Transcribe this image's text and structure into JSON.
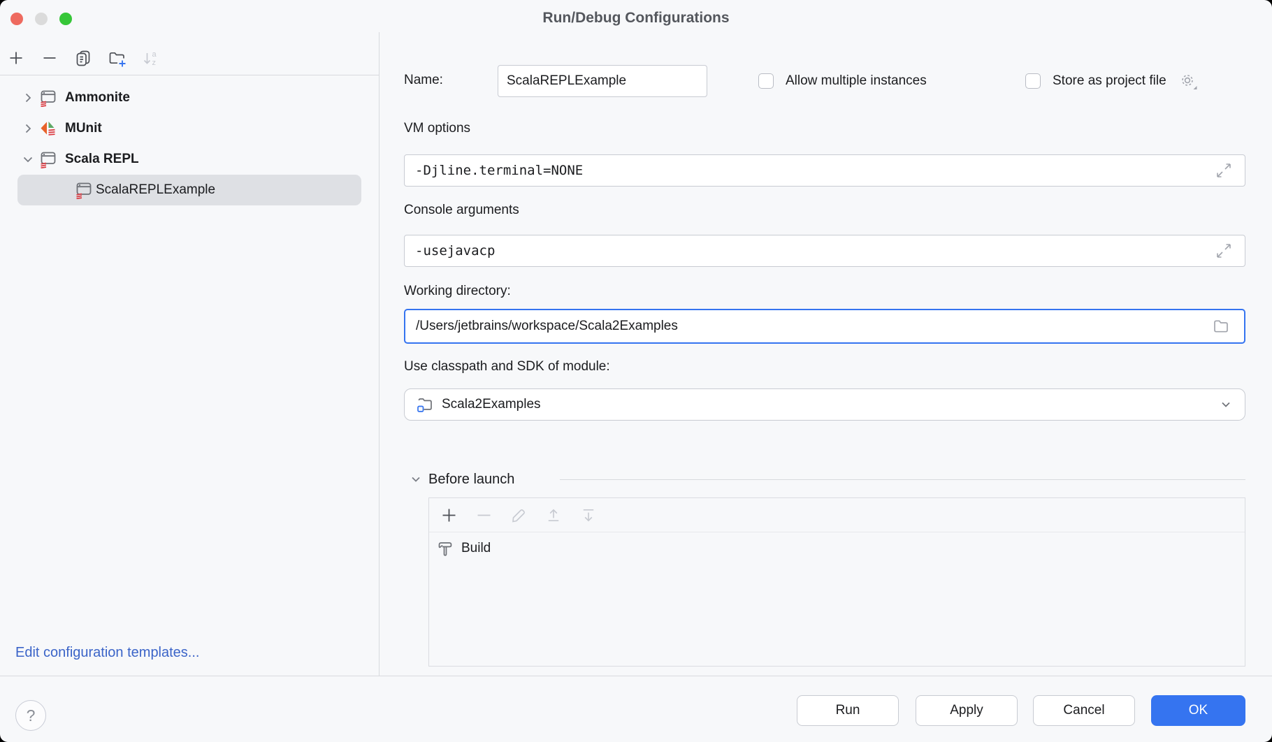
{
  "window": {
    "title": "Run/Debug Configurations"
  },
  "sidebar": {
    "toolbar": {
      "add": "add configuration",
      "remove": "remove configuration",
      "copy": "copy configuration",
      "new_folder": "new folder",
      "sort": "sort configurations"
    },
    "tree": {
      "items": [
        {
          "label": "Ammonite",
          "icon": "scala-repl",
          "expanded": false
        },
        {
          "label": "MUnit",
          "icon": "munit",
          "expanded": false
        },
        {
          "label": "Scala REPL",
          "icon": "scala-repl",
          "expanded": true
        },
        {
          "label": "ScalaREPLExample",
          "icon": "scala-repl",
          "child": true,
          "selected": true
        }
      ]
    },
    "edit_templates_link": "Edit configuration templates..."
  },
  "form": {
    "name_label": "Name:",
    "name_value": "ScalaREPLExample",
    "allow_multiple_label": "Allow multiple instances",
    "store_as_project_label": "Store as project file",
    "vm_options_label": "VM options",
    "vm_options_value": "-Djline.terminal=NONE",
    "console_args_label": "Console arguments",
    "console_args_value": "-usejavacp",
    "working_dir_label": "Working directory:",
    "working_dir_value": "/Users/jetbrains/workspace/Scala2Examples",
    "module_label": "Use classpath and SDK of module:",
    "module_value": "Scala2Examples",
    "before_launch": {
      "title": "Before launch",
      "tasks": [
        {
          "label": "Build",
          "icon": "hammer"
        }
      ]
    }
  },
  "footer": {
    "help_label": "?",
    "run_label": "Run",
    "apply_label": "Apply",
    "cancel_label": "Cancel",
    "ok_label": "OK"
  },
  "colors": {
    "accent": "#3574F0",
    "link": "#3B64C8",
    "window_bg": "#F7F8FA",
    "selection": "#DEE0E4",
    "border": "#C8CBD2",
    "divider": "#D8DADE",
    "icon_gray": "#6E7177",
    "icon_disabled": "#C7CAD1",
    "scala_red": "#DB3C43",
    "munit_orange": "#E8622A",
    "munit_green": "#5FA865",
    "traffic_red": "#EE6A5F",
    "traffic_gray": "#DBDBDB",
    "traffic_green": "#36C638"
  }
}
